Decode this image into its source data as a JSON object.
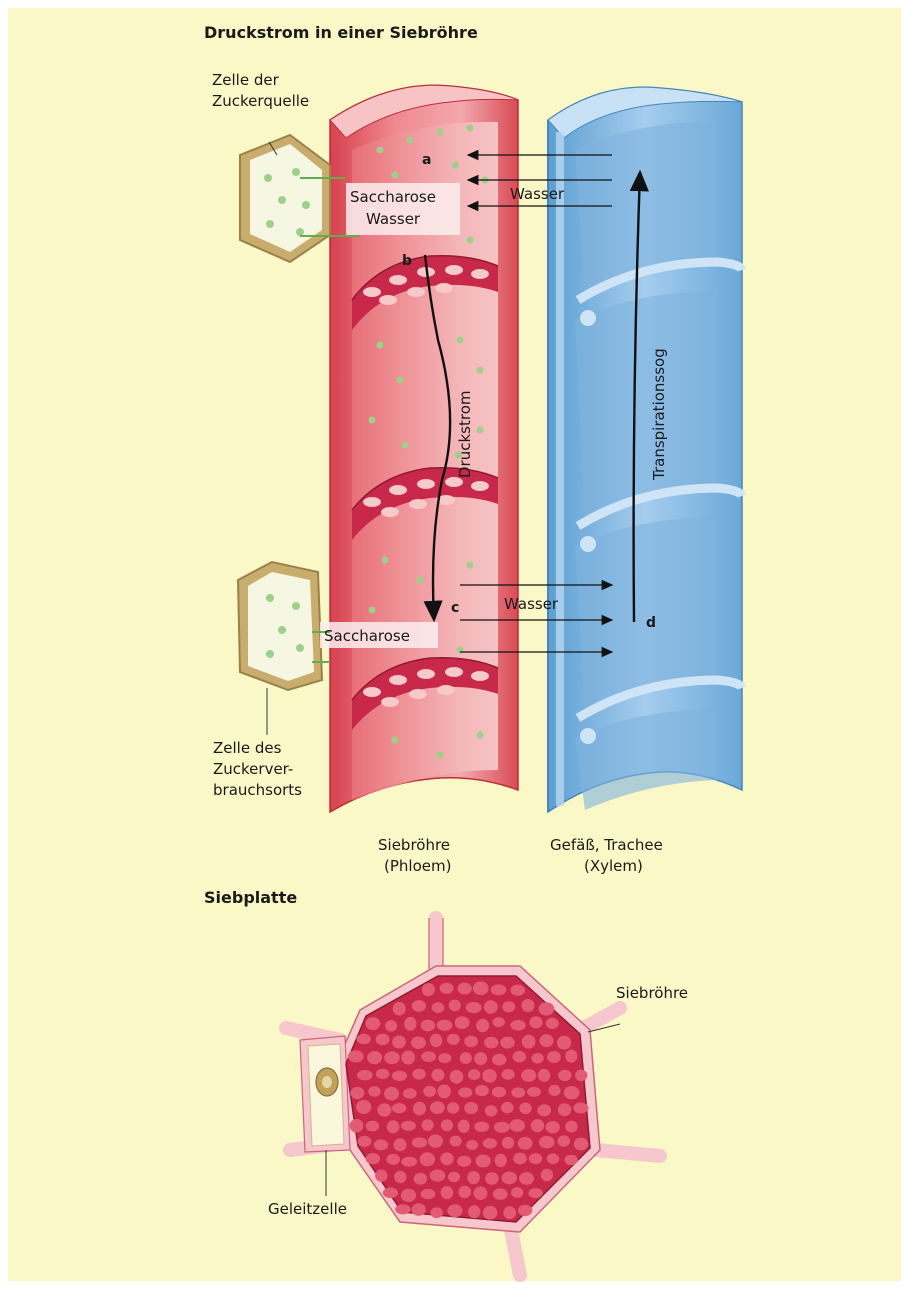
{
  "title": "Druckstrom in einer Siebröhre",
  "labels": {
    "source_cell": [
      "Zelle der",
      "Zuckerquelle"
    ],
    "sink_cell": [
      "Zelle des",
      "Zuckerver-",
      "brauchsorts"
    ],
    "sucrose_top": "Saccharose",
    "water_top_inner": "Wasser",
    "water_top": "Wasser",
    "sucrose_bottom": "Saccharose",
    "water_bottom": "Wasser",
    "point_a": "a",
    "point_b": "b",
    "point_c": "c",
    "point_d": "d",
    "pressure_flow": "Druckstrom",
    "transpiration_pull": "Transpirationssog",
    "sieve_tube": [
      "Siebröhre",
      "(Phloem)"
    ],
    "vessel": [
      "Gefäß, Trachee",
      "(Xylem)"
    ]
  },
  "section2": {
    "title": "Siebplatte",
    "sieve_tube_label": "Siebröhre",
    "companion_cell_label": "Geleitzelle"
  },
  "colors": {
    "background": "#fbf8c8",
    "phloem": "#e25560",
    "phloem_light": "#f6c0c0",
    "xylem": "#8cbde6",
    "sucrose_dot": "#9ed08a",
    "cell_wall": "#b59a5e",
    "sieve_plate": "#c8284a"
  }
}
